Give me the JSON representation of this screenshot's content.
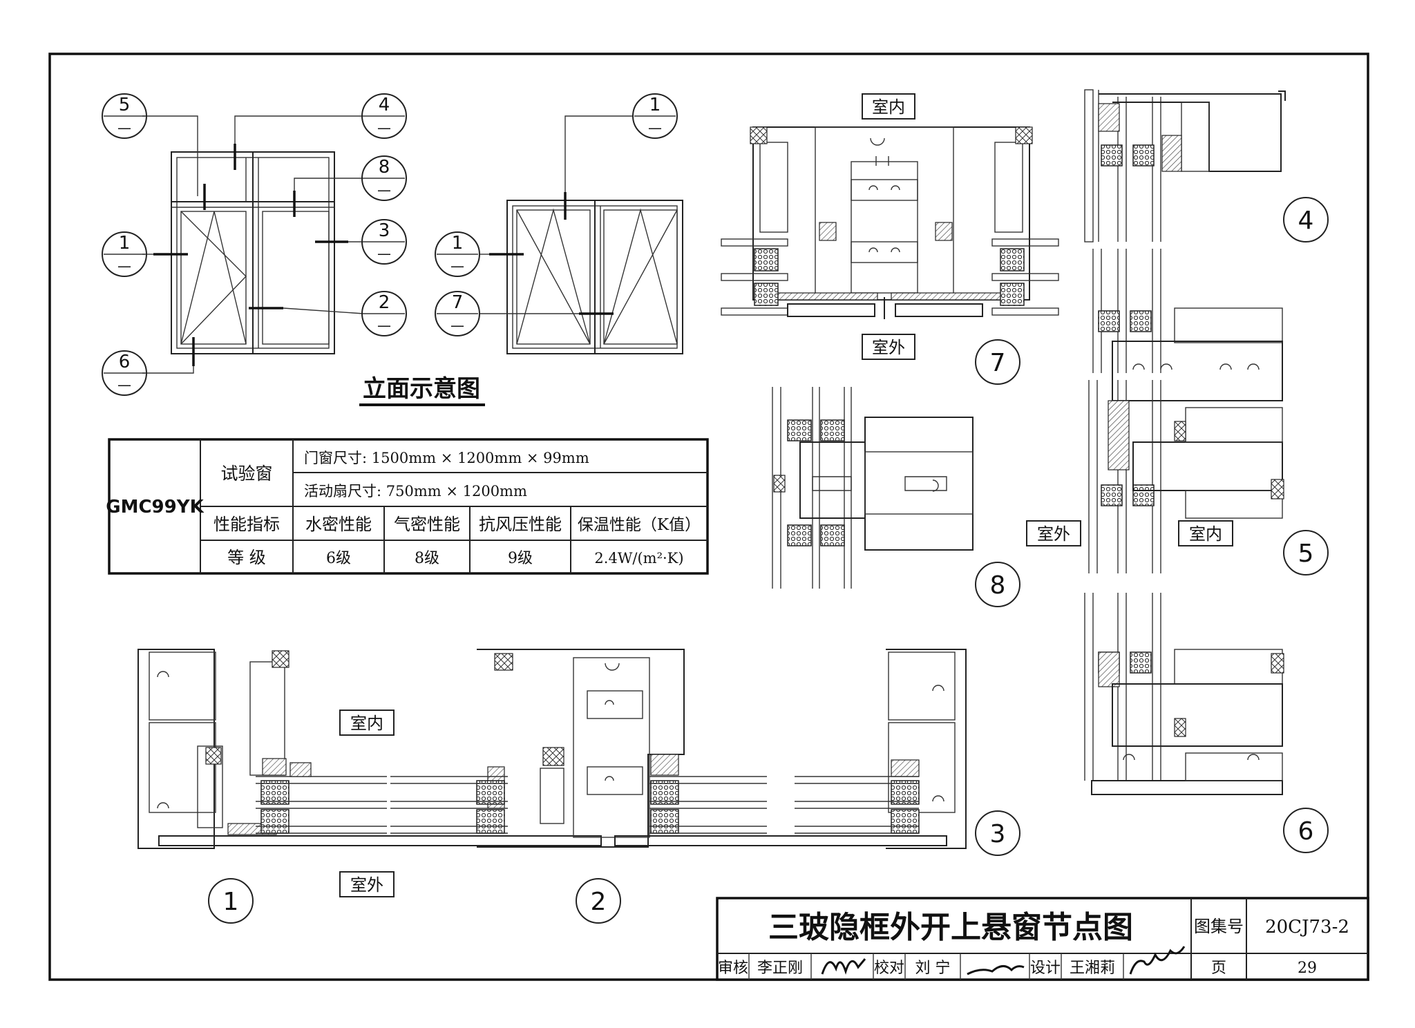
{
  "callouts": {
    "elev_left": [
      "5",
      "4",
      "8",
      "1",
      "3",
      "2",
      "6"
    ],
    "elev_right": [
      "1",
      "1",
      "7"
    ],
    "den": "—"
  },
  "elevation_title": "立面示意图",
  "labels": {
    "indoor": "室内",
    "outdoor": "室外"
  },
  "detail_numbers": [
    "1",
    "2",
    "3",
    "4",
    "5",
    "6",
    "7",
    "8"
  ],
  "spec_table": {
    "model": "GMC99YK",
    "test_window": "试验窗",
    "window_size": "门窗尺寸: 1500mm × 1200mm × 99mm",
    "sash_size": "活动扇尺寸: 750mm × 1200mm",
    "headers": [
      "性能指标",
      "水密性能",
      "气密性能",
      "抗风压性能",
      "保温性能（K值）"
    ],
    "grade_row": [
      "等 级",
      "6级",
      "8级",
      "9级",
      "2.4W/(m²·K)"
    ]
  },
  "title_block": {
    "title": "三玻隐框外开上悬窗节点图",
    "atlas_label": "图集号",
    "atlas_no": "20CJ73-2",
    "review_label": "审核",
    "reviewer": "李正刚",
    "check_label": "校对",
    "checker": "刘 宁",
    "design_label": "设计",
    "designer": "王湘莉",
    "page_label": "页",
    "page_no": "29"
  }
}
